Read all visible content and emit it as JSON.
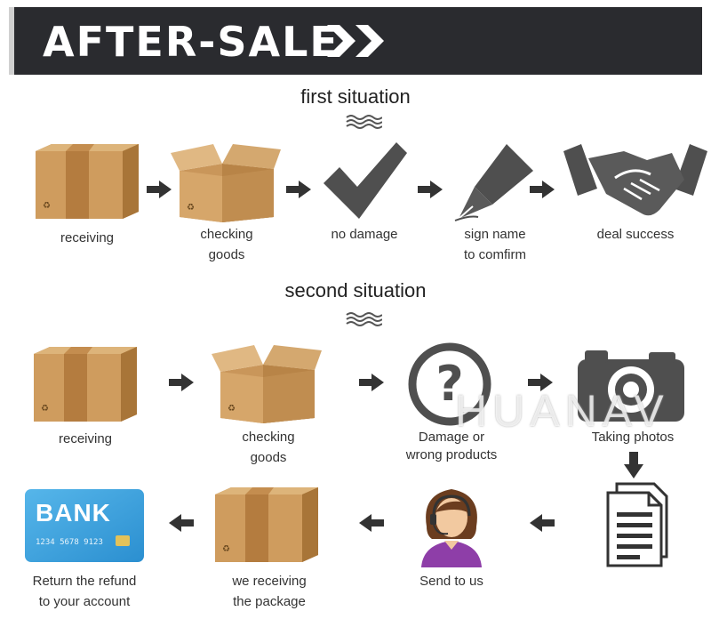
{
  "header": {
    "title": "AFTER-SALE"
  },
  "first_situation": {
    "title": "first situation",
    "steps": [
      {
        "line1": "receiving",
        "line2": ""
      },
      {
        "line1": "checking",
        "line2": "goods"
      },
      {
        "line1": "no damage",
        "line2": ""
      },
      {
        "line1": "sign name",
        "line2": "to comfirm"
      },
      {
        "line1": "deal success",
        "line2": ""
      }
    ]
  },
  "second_situation": {
    "title": "second situation",
    "steps": [
      {
        "line1": "receiving",
        "line2": ""
      },
      {
        "line1": "checking",
        "line2": "goods"
      },
      {
        "line1": "Damage or",
        "line2": "wrong products"
      },
      {
        "line1": "Taking photos",
        "line2": ""
      },
      {
        "line1": "Send to us",
        "line2": ""
      },
      {
        "line1": "we receiving",
        "line2": "the package"
      },
      {
        "line1": "Return the refund",
        "line2": "to your account"
      }
    ]
  },
  "bank_card": {
    "label": "BANK",
    "number": "1234 5678 9123"
  },
  "watermark": "HUANAV",
  "colors": {
    "banner": "#2a2b2f",
    "icon_gray": "#555555",
    "box": "#c9965a",
    "card": "#3aa0dc"
  }
}
